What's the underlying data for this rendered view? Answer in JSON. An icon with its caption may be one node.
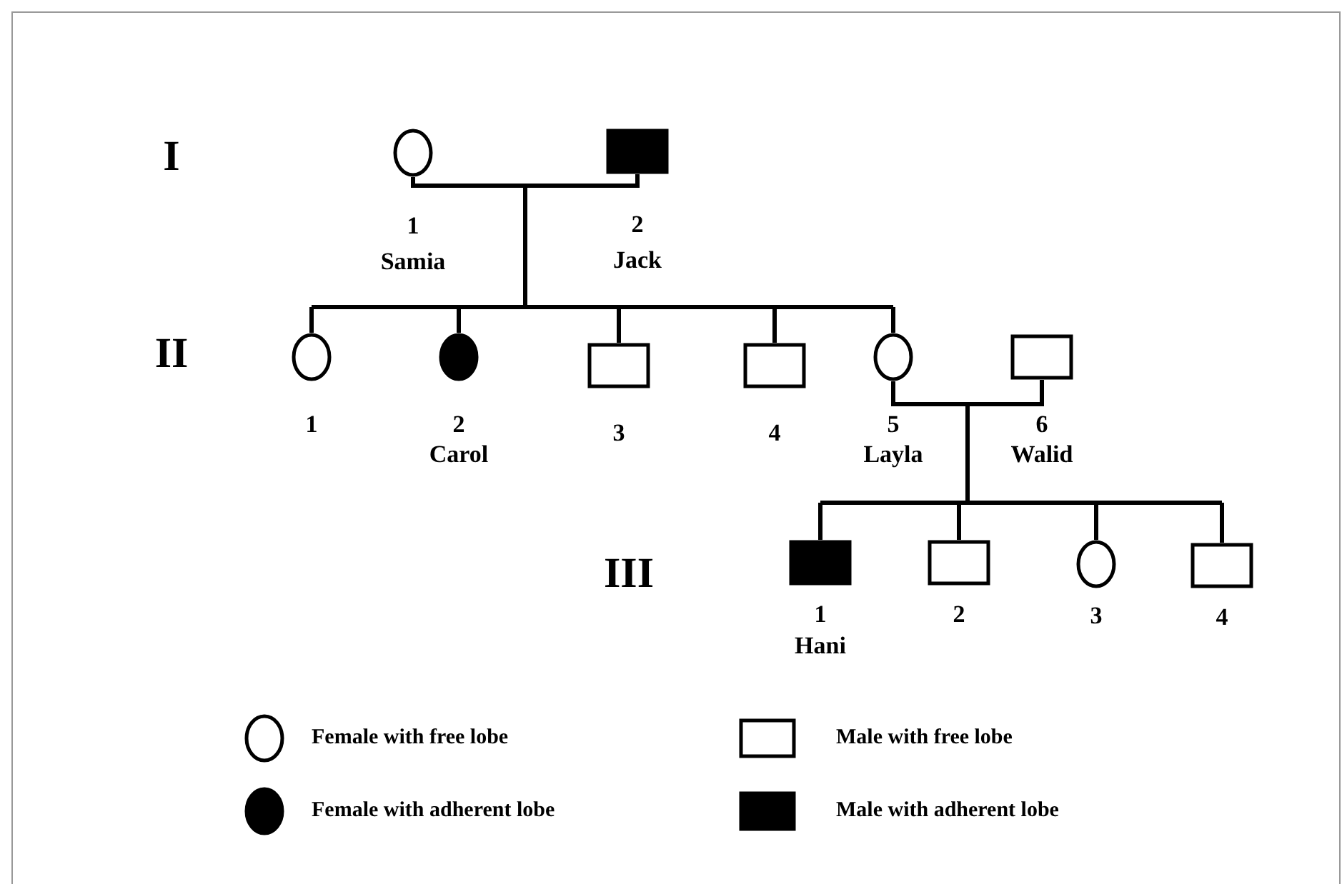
{
  "diagram": {
    "nodes": [
      {
        "text": [
          "1",
          "Samia"
        ]
      },
      {
        "text": [
          "2",
          "Jack"
        ]
      },
      {
        "text": [
          "1"
        ]
      },
      {
        "text": [
          "2",
          "Carol"
        ]
      },
      {
        "text": [
          "3"
        ]
      },
      {
        "text": [
          "4"
        ]
      },
      {
        "text": [
          "5",
          "Layla"
        ]
      },
      {
        "text": [
          "6",
          "Walid"
        ]
      },
      {
        "text": [
          "1",
          "Hani"
        ]
      },
      {
        "text": [
          "2"
        ]
      },
      {
        "text": [
          "3"
        ]
      },
      {
        "text": [
          "4"
        ]
      }
    ],
    "edges": [
      {
        "from": 0,
        "to": 1,
        "arrow": "none"
      },
      {
        "from": 0,
        "to": 2,
        "arrow": "none"
      },
      {
        "from": 1,
        "to": 2,
        "arrow": "none"
      },
      {
        "from": 0,
        "to": 3,
        "arrow": "none"
      },
      {
        "from": 1,
        "to": 3,
        "arrow": "none"
      },
      {
        "from": 0,
        "to": 4,
        "arrow": "none"
      },
      {
        "from": 1,
        "to": 4,
        "arrow": "none"
      },
      {
        "from": 0,
        "to": 5,
        "arrow": "none"
      },
      {
        "from": 1,
        "to": 5,
        "arrow": "none"
      },
      {
        "from": 0,
        "to": 6,
        "arrow": "none"
      },
      {
        "from": 1,
        "to": 6,
        "arrow": "none"
      },
      {
        "from": 6,
        "to": 7,
        "arrow": "none"
      },
      {
        "from": 6,
        "to": 8,
        "arrow": "none"
      },
      {
        "from": 7,
        "to": 8,
        "arrow": "none"
      },
      {
        "from": 6,
        "to": 9,
        "arrow": "none"
      },
      {
        "from": 7,
        "to": 9,
        "arrow": "none"
      },
      {
        "from": 6,
        "to": 10,
        "arrow": "none"
      },
      {
        "from": 7,
        "to": 10,
        "arrow": "none"
      },
      {
        "from": 6,
        "to": 11,
        "arrow": "none"
      },
      {
        "from": 7,
        "to": 11,
        "arrow": "none"
      }
    ],
    "labels": [
      "I",
      "II",
      "III"
    ],
    "legend": [
      {
        "text": "Female with free lobe"
      },
      {
        "text": "Male with free lobe"
      },
      {
        "text": "Female with adherent lobe"
      },
      {
        "text": "Male with adherent lobe"
      }
    ]
  }
}
